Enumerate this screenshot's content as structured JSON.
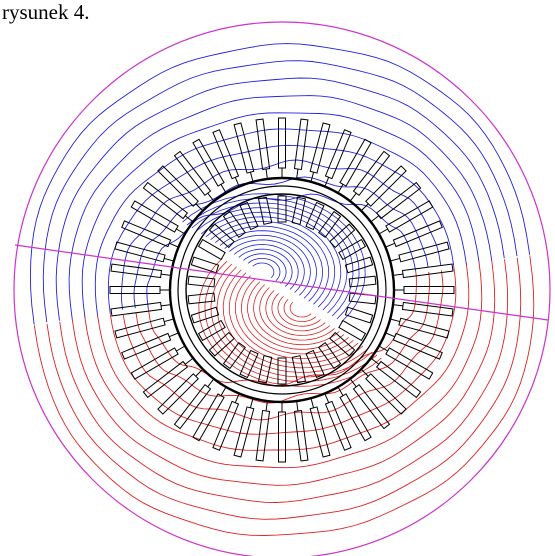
{
  "caption": "rysunek 4.",
  "figure": {
    "kind": "electric machine cross-section with magnetic flux lines",
    "stator_slots": 48,
    "rotor_slots": 30,
    "field_line_rings": 10,
    "rotor_line_count": 16,
    "colors": {
      "boundary": "#cc33cc",
      "stator_outline": "#000000",
      "airgap_circle": "#000000",
      "flux_positive": "#2222dd",
      "flux_negative": "#dd2222",
      "rotor_outline": "#000000"
    }
  }
}
